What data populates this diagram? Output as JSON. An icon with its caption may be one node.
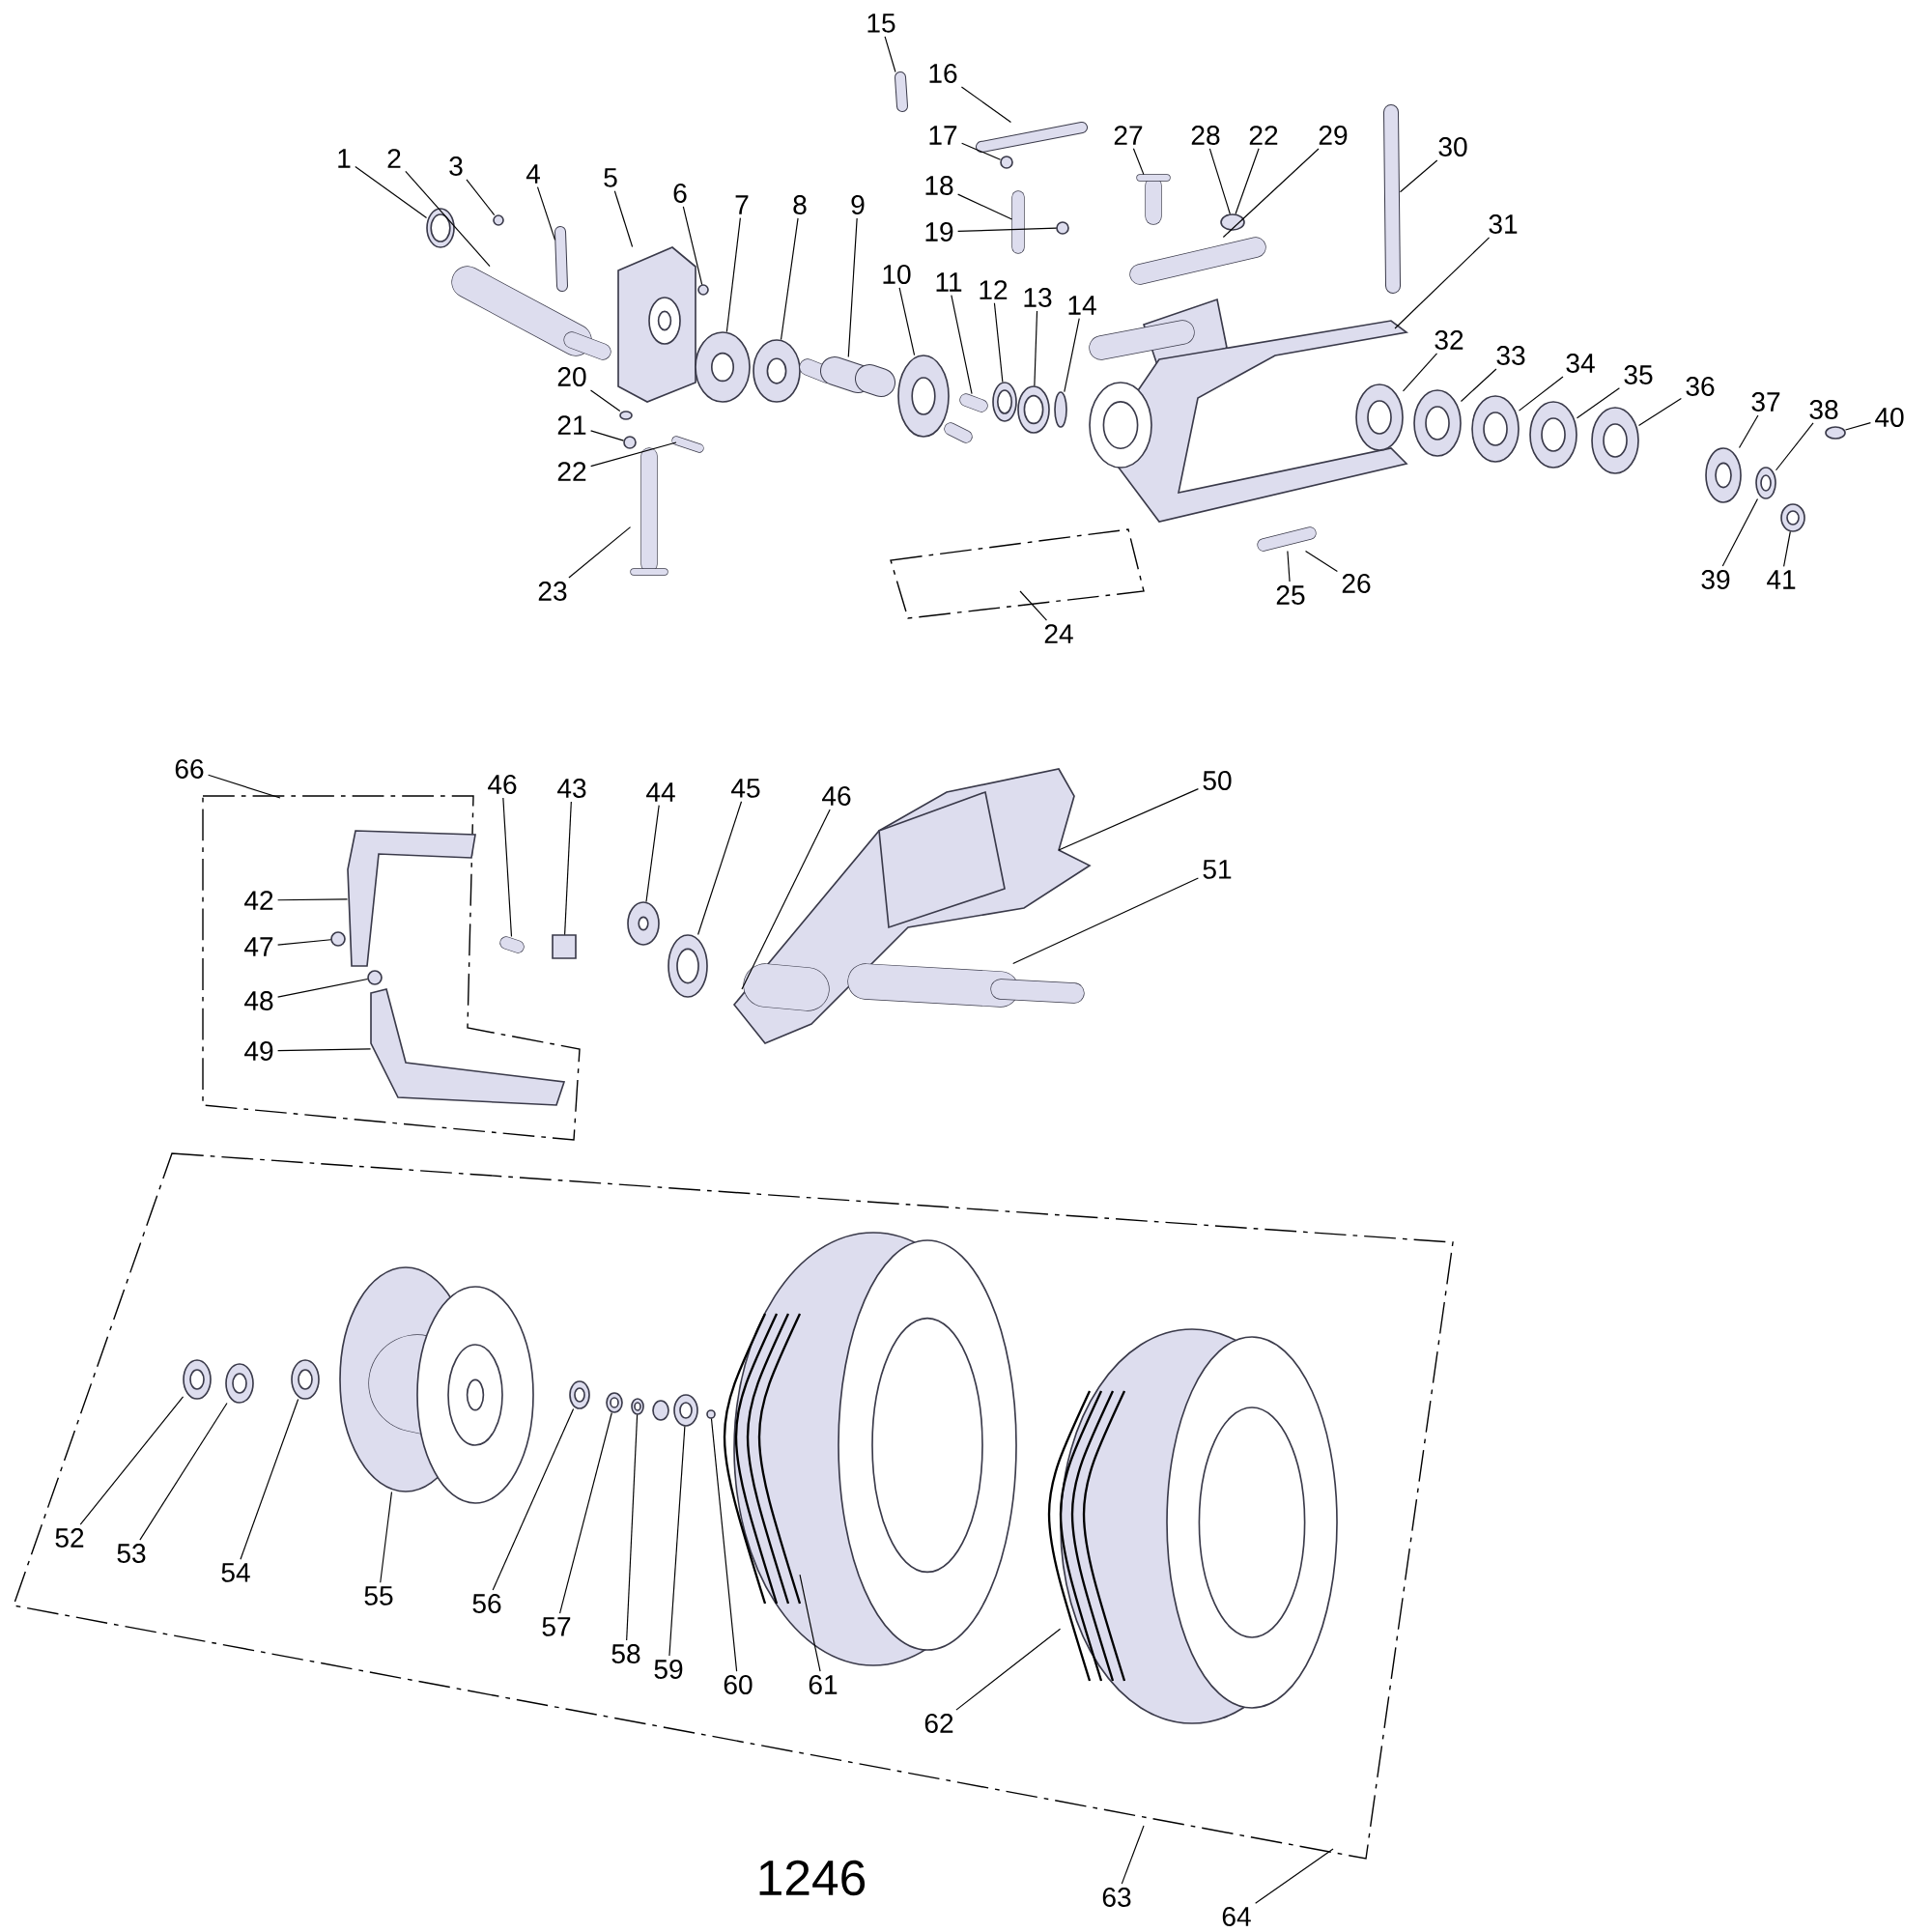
{
  "diagram": {
    "nodes": [
      {
        "text": [
          "1"
        ]
      },
      {
        "text": [
          "2"
        ]
      },
      {
        "text": [
          "3"
        ]
      },
      {
        "text": [
          "4"
        ]
      },
      {
        "text": [
          "5"
        ]
      },
      {
        "text": [
          "6"
        ]
      },
      {
        "text": [
          "7"
        ]
      },
      {
        "text": [
          "8"
        ]
      },
      {
        "text": [
          "9"
        ]
      },
      {
        "text": [
          "10"
        ]
      },
      {
        "text": [
          "11"
        ]
      },
      {
        "text": [
          "12"
        ]
      },
      {
        "text": [
          "13"
        ]
      },
      {
        "text": [
          "14"
        ]
      },
      {
        "text": [
          "15"
        ]
      },
      {
        "text": [
          "16"
        ]
      },
      {
        "text": [
          "17"
        ]
      },
      {
        "text": [
          "18"
        ]
      },
      {
        "text": [
          "19"
        ]
      },
      {
        "text": [
          "27"
        ]
      },
      {
        "text": [
          "28"
        ]
      },
      {
        "text": [
          "22"
        ]
      },
      {
        "text": [
          "29"
        ]
      },
      {
        "text": [
          "30"
        ]
      },
      {
        "text": [
          "31"
        ]
      },
      {
        "text": [
          "32"
        ]
      },
      {
        "text": [
          "33"
        ]
      },
      {
        "text": [
          "34"
        ]
      },
      {
        "text": [
          "35"
        ]
      },
      {
        "text": [
          "36"
        ]
      },
      {
        "text": [
          "37"
        ]
      },
      {
        "text": [
          "38"
        ]
      },
      {
        "text": [
          "40"
        ]
      },
      {
        "text": [
          "20"
        ]
      },
      {
        "text": [
          "21"
        ]
      },
      {
        "text": [
          "22"
        ]
      },
      {
        "text": [
          "23"
        ]
      },
      {
        "text": [
          "24"
        ]
      },
      {
        "text": [
          "25"
        ]
      },
      {
        "text": [
          "26"
        ]
      },
      {
        "text": [
          "39"
        ]
      },
      {
        "text": [
          "41"
        ]
      },
      {
        "text": [
          "66"
        ]
      },
      {
        "text": [
          "46"
        ]
      },
      {
        "text": [
          "43"
        ]
      },
      {
        "text": [
          "44"
        ]
      },
      {
        "text": [
          "45"
        ]
      },
      {
        "text": [
          "46"
        ]
      },
      {
        "text": [
          "50"
        ]
      },
      {
        "text": [
          "51"
        ]
      },
      {
        "text": [
          "42"
        ]
      },
      {
        "text": [
          "47"
        ]
      },
      {
        "text": [
          "48"
        ]
      },
      {
        "text": [
          "49"
        ]
      },
      {
        "text": [
          "52"
        ]
      },
      {
        "text": [
          "53"
        ]
      },
      {
        "text": [
          "54"
        ]
      },
      {
        "text": [
          "55"
        ]
      },
      {
        "text": [
          "56"
        ]
      },
      {
        "text": [
          "57"
        ]
      },
      {
        "text": [
          "58"
        ]
      },
      {
        "text": [
          "59"
        ]
      },
      {
        "text": [
          "60"
        ]
      },
      {
        "text": [
          "61"
        ]
      },
      {
        "text": [
          "62"
        ]
      },
      {
        "text": [
          "63"
        ]
      },
      {
        "text": [
          "64"
        ]
      },
      {
        "text": [],
        "shape": "circle"
      },
      {
        "text": [],
        "shape": "cylinder"
      },
      {
        "text": [],
        "shape": "circle"
      },
      {
        "text": [],
        "shape": "cylinder"
      },
      {
        "text": [],
        "shape": "picture"
      },
      {
        "text": [],
        "shape": "circle"
      },
      {
        "text": [],
        "shape": "circle"
      },
      {
        "text": [],
        "shape": "circle"
      },
      {
        "text": [],
        "shape": "cylinder"
      },
      {
        "text": [],
        "shape": "circle"
      },
      {
        "text": [],
        "shape": "cylinder"
      },
      {
        "text": [],
        "shape": "circle"
      },
      {
        "text": [],
        "shape": "circle"
      },
      {
        "text": [],
        "shape": "circle"
      },
      {
        "text": [],
        "shape": "cylinder"
      },
      {
        "text": [],
        "shape": "cylinder"
      },
      {
        "text": [],
        "shape": "circle"
      },
      {
        "text": [],
        "shape": "cylinder"
      },
      {
        "text": [],
        "shape": "circle"
      },
      {
        "text": [],
        "shape": "cylinder"
      },
      {
        "text": [],
        "shape": "circle"
      },
      {
        "text": [],
        "shape": "cylinder"
      },
      {
        "text": [],
        "shape": "cylinder"
      },
      {
        "text": [],
        "shape": "picture"
      },
      {
        "text": [],
        "shape": "circle"
      },
      {
        "text": [],
        "shape": "circle"
      },
      {
        "text": [],
        "shape": "circle"
      },
      {
        "text": [],
        "shape": "circle"
      },
      {
        "text": [],
        "shape": "circle"
      },
      {
        "text": [],
        "shape": "circle"
      },
      {
        "text": [],
        "shape": "circle"
      },
      {
        "text": [],
        "shape": "circle"
      },
      {
        "text": [],
        "shape": "circle"
      },
      {
        "text": [],
        "shape": "circle"
      },
      {
        "text": [],
        "shape": "cylinder"
      },
      {
        "text": [],
        "shape": "cylinder"
      },
      {
        "text": [],
        "shape": "cylinder"
      },
      {
        "text": [],
        "shape": "circle"
      },
      {
        "text": [],
        "shape": "picture"
      },
      {
        "text": [],
        "shape": "circle"
      },
      {
        "text": [],
        "shape": "circle"
      },
      {
        "text": [],
        "shape": "picture"
      },
      {
        "text": [],
        "shape": "cylinder"
      },
      {
        "text": [],
        "shape": "box"
      },
      {
        "text": [],
        "shape": "circle"
      },
      {
        "text": [],
        "shape": "circle"
      },
      {
        "text": [],
        "shape": "picture"
      },
      {
        "text": [],
        "shape": "cylinder"
      },
      {
        "text": [],
        "shape": "circle"
      },
      {
        "text": [],
        "shape": "circle"
      },
      {
        "text": [],
        "shape": "circle"
      },
      {
        "text": [],
        "shape": "circle"
      },
      {
        "text": [],
        "shape": "circle"
      },
      {
        "text": [],
        "shape": "circle"
      },
      {
        "text": [],
        "shape": "circle"
      },
      {
        "text": [],
        "shape": "circle"
      },
      {
        "text": [],
        "shape": "circle"
      },
      {
        "text": [],
        "shape": "circle"
      },
      {
        "text": [],
        "shape": "circle"
      }
    ],
    "edges": [
      {
        "from": 0,
        "to": 67,
        "arrow": "none"
      },
      {
        "from": 1,
        "to": 68,
        "arrow": "none"
      },
      {
        "from": 2,
        "to": 69,
        "arrow": "none"
      },
      {
        "from": 3,
        "to": 70,
        "arrow": "none"
      },
      {
        "from": 4,
        "to": 71,
        "arrow": "none"
      },
      {
        "from": 5,
        "to": 72,
        "arrow": "none"
      },
      {
        "from": 6,
        "to": 73,
        "arrow": "none"
      },
      {
        "from": 7,
        "to": 74,
        "arrow": "none"
      },
      {
        "from": 8,
        "to": 75,
        "arrow": "none"
      },
      {
        "from": 9,
        "to": 76,
        "arrow": "none"
      },
      {
        "from": 10,
        "to": 77,
        "arrow": "none"
      },
      {
        "from": 11,
        "to": 78,
        "arrow": "none"
      },
      {
        "from": 12,
        "to": 79,
        "arrow": "none"
      },
      {
        "from": 13,
        "to": 80,
        "arrow": "none"
      },
      {
        "from": 14,
        "to": 81,
        "arrow": "none"
      },
      {
        "from": 15,
        "to": 82,
        "arrow": "none"
      },
      {
        "from": 16,
        "to": 83,
        "arrow": "none"
      },
      {
        "from": 17,
        "to": 84,
        "arrow": "none"
      },
      {
        "from": 18,
        "to": 85,
        "arrow": "none"
      },
      {
        "from": 19,
        "to": 86,
        "arrow": "none"
      },
      {
        "from": 20,
        "to": 87,
        "arrow": "none"
      },
      {
        "from": 21,
        "to": 87,
        "arrow": "none"
      },
      {
        "from": 22,
        "to": 88,
        "arrow": "none"
      },
      {
        "from": 23,
        "to": 89,
        "arrow": "none"
      },
      {
        "from": 24,
        "to": 90,
        "arrow": "none"
      },
      {
        "from": 25,
        "to": 91,
        "arrow": "none"
      },
      {
        "from": 26,
        "to": 92,
        "arrow": "none"
      },
      {
        "from": 27,
        "to": 93,
        "arrow": "none"
      },
      {
        "from": 28,
        "to": 94,
        "arrow": "none"
      },
      {
        "from": 29,
        "to": 95,
        "arrow": "none"
      },
      {
        "from": 30,
        "to": 96,
        "arrow": "none"
      },
      {
        "from": 31,
        "to": 97,
        "arrow": "none"
      },
      {
        "from": 32,
        "to": 98,
        "arrow": "none"
      },
      {
        "from": 33,
        "to": 99,
        "arrow": "none"
      },
      {
        "from": 34,
        "to": 100,
        "arrow": "none"
      },
      {
        "from": 35,
        "to": 101,
        "arrow": "none"
      },
      {
        "from": 36,
        "to": 102,
        "arrow": "none"
      },
      {
        "from": 37,
        "to": null,
        "arrow": "none"
      },
      {
        "from": 38,
        "to": 103,
        "arrow": "none"
      },
      {
        "from": 39,
        "to": 103,
        "arrow": "none"
      },
      {
        "from": 40,
        "to": 97,
        "arrow": "none"
      },
      {
        "from": 41,
        "to": 104,
        "arrow": "none"
      },
      {
        "from": 42,
        "to": null,
        "arrow": "none"
      },
      {
        "from": 43,
        "to": 109,
        "arrow": "none"
      },
      {
        "from": 44,
        "to": 110,
        "arrow": "none"
      },
      {
        "from": 45,
        "to": 111,
        "arrow": "none"
      },
      {
        "from": 46,
        "to": 112,
        "arrow": "none"
      },
      {
        "from": 47,
        "to": 113,
        "arrow": "none"
      },
      {
        "from": 48,
        "to": 113,
        "arrow": "none"
      },
      {
        "from": 49,
        "to": 114,
        "arrow": "none"
      },
      {
        "from": 50,
        "to": 105,
        "arrow": "none"
      },
      {
        "from": 51,
        "to": 106,
        "arrow": "none"
      },
      {
        "from": 52,
        "to": 107,
        "arrow": "none"
      },
      {
        "from": 53,
        "to": 108,
        "arrow": "none"
      },
      {
        "from": 54,
        "to": 115,
        "arrow": "none"
      },
      {
        "from": 55,
        "to": 116,
        "arrow": "none"
      },
      {
        "from": 56,
        "to": 117,
        "arrow": "none"
      },
      {
        "from": 57,
        "to": 118,
        "arrow": "none"
      },
      {
        "from": 58,
        "to": 119,
        "arrow": "none"
      },
      {
        "from": 59,
        "to": 120,
        "arrow": "none"
      },
      {
        "from": 60,
        "to": 121,
        "arrow": "none"
      },
      {
        "from": 61,
        "to": 122,
        "arrow": "none"
      },
      {
        "from": 62,
        "to": 123,
        "arrow": "none"
      },
      {
        "from": 63,
        "to": 124,
        "arrow": "none"
      },
      {
        "from": 64,
        "to": 125,
        "arrow": "none"
      },
      {
        "from": 65,
        "to": null,
        "arrow": "none"
      },
      {
        "from": 66,
        "to": null,
        "arrow": "none"
      }
    ],
    "labels": [
      "1246"
    ]
  }
}
